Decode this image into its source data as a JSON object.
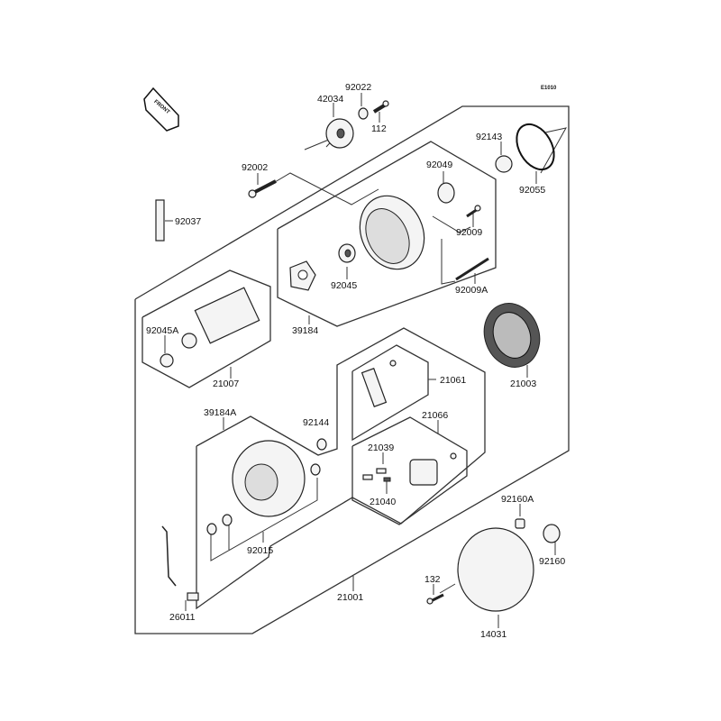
{
  "diagram": {
    "code": "E1010",
    "front_label": "FRONT",
    "labels": {
      "p42034": "42034",
      "p92022": "92022",
      "p112": "112",
      "p92143": "92143",
      "p92055": "92055",
      "p92002": "92002",
      "p92049": "92049",
      "p92037": "92037",
      "p92009": "92009",
      "p92045": "92045",
      "p92009A": "92009A",
      "p39184": "39184",
      "p92045A": "92045A",
      "p21007": "21007",
      "p21061": "21061",
      "p21003": "21003",
      "p39184A": "39184A",
      "p92144": "92144",
      "p21066": "21066",
      "p21039": "21039",
      "p21040": "21040",
      "p92160A": "92160A",
      "p92015": "92015",
      "p92160": "92160",
      "p132": "132",
      "p21001": "21001",
      "p26011": "26011",
      "p14031": "14031"
    }
  }
}
